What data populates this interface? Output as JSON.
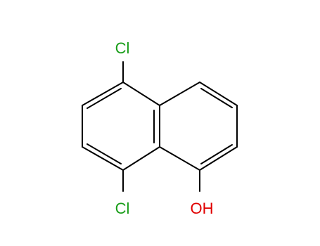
{
  "molecule": {
    "atoms": [
      {
        "id": "cl_top",
        "label": "Cl",
        "color": "#1a9e1a"
      },
      {
        "id": "cl_bottom",
        "label": "Cl",
        "color": "#1a9e1a"
      },
      {
        "id": "oh",
        "label": "OH",
        "color": "#e00000"
      }
    ],
    "bond_color": "#000000"
  }
}
